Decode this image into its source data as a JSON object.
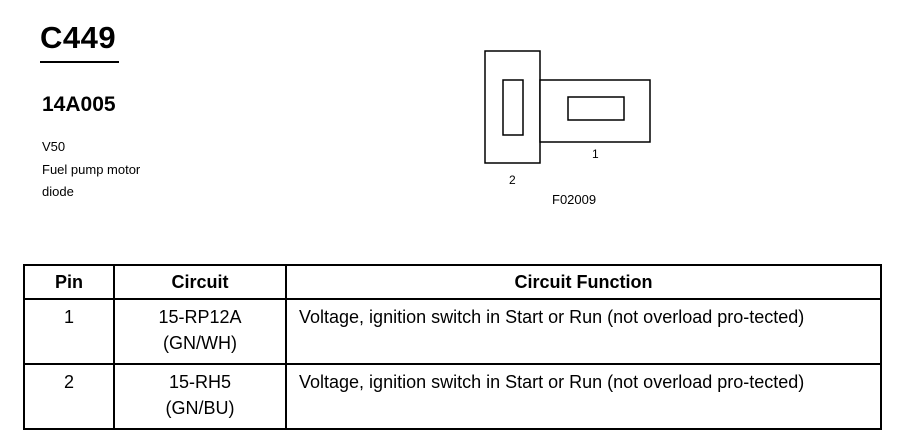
{
  "header": {
    "connector_id": "C449",
    "part_number": "14A005",
    "description_lines": [
      "V50",
      "Fuel pump motor",
      "diode"
    ]
  },
  "diagram": {
    "pin_labels": [
      "1",
      "2"
    ],
    "figure_code": "F02009"
  },
  "table": {
    "columns": [
      "Pin",
      "Circuit",
      "Circuit Function"
    ],
    "rows": [
      {
        "pin": "1",
        "circuit_line1": "15-RP12A",
        "circuit_line2": "(GN/WH)",
        "function": "Voltage, ignition switch in Start or Run (not overload pro-tected)"
      },
      {
        "pin": "2",
        "circuit_line1": "15-RH5",
        "circuit_line2": "(GN/BU)",
        "function": "Voltage, ignition switch in Start or Run (not overload pro-tected)"
      }
    ]
  }
}
